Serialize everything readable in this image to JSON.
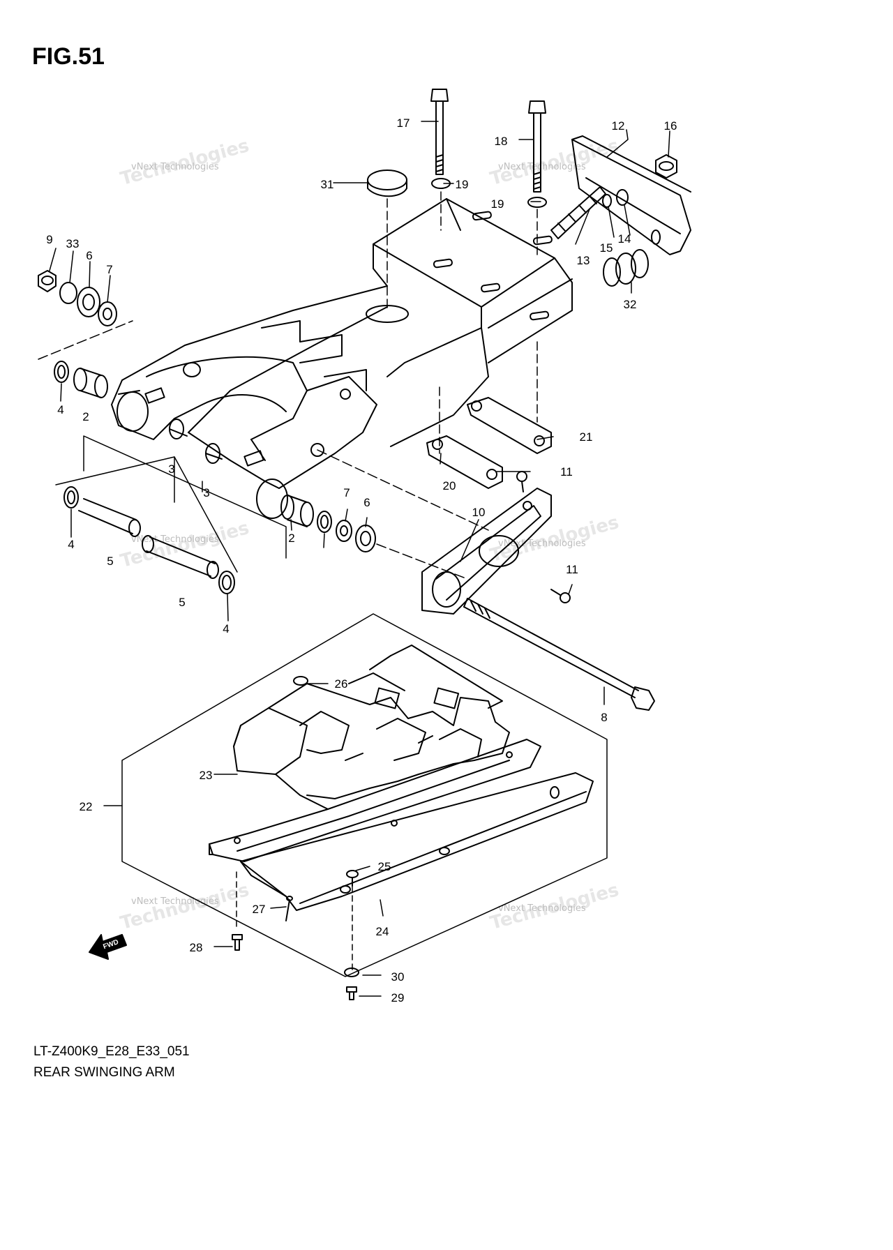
{
  "figure": {
    "title": "FIG.51",
    "code": "LT-Z400K9_E28_E33_051",
    "name": "REAR SWINGING ARM"
  },
  "watermark": {
    "text": "vNext Technologies",
    "big_text": "Technologies"
  },
  "callouts": [
    "2",
    "2",
    "3",
    "3",
    "4",
    "4",
    "4",
    "5",
    "5",
    "6",
    "6",
    "7",
    "7",
    "8",
    "9",
    "10",
    "11",
    "11",
    "12",
    "13",
    "14",
    "15",
    "16",
    "17",
    "18",
    "19",
    "19",
    "20",
    "21",
    "22",
    "23",
    "24",
    "25",
    "26",
    "27",
    "28",
    "29",
    "30",
    "31",
    "32",
    "33"
  ],
  "fwd_label": "FWD",
  "colors": {
    "line": "#000000",
    "background": "#ffffff",
    "watermark": "#bdbdbd"
  }
}
